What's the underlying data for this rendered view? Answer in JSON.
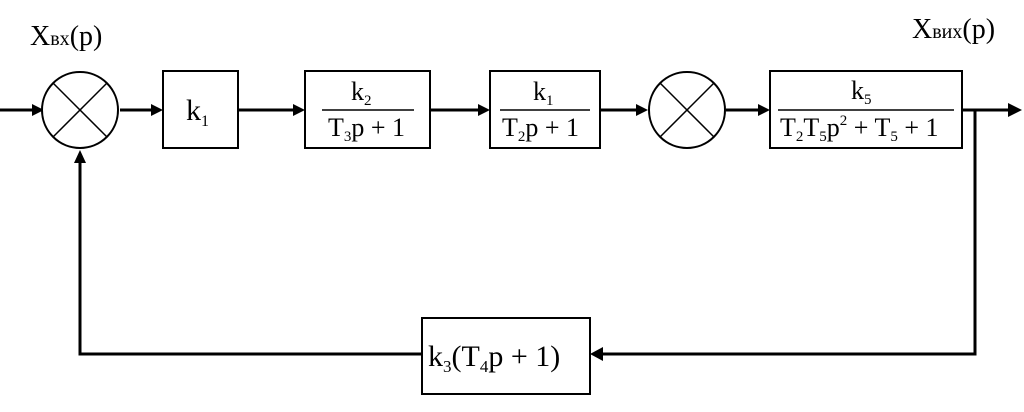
{
  "signals": {
    "input_main": "X",
    "input_sub": "вх",
    "input_arg": "(p)",
    "output_main": "X",
    "output_sub": "вих",
    "output_arg": "(p)"
  },
  "blocks": {
    "b1": {
      "k": "k",
      "k_sub": "1"
    },
    "b2": {
      "num_k": "k",
      "num_sub": "2",
      "den_T": "T",
      "den_sub": "3",
      "den_rest": "p + 1"
    },
    "b3": {
      "num_k": "k",
      "num_sub": "1",
      "den_T": "T",
      "den_sub": "2",
      "den_rest": "p + 1"
    },
    "b4": {
      "num_k": "k",
      "num_sub": "5",
      "den_T1": "T",
      "den_sub1": "2",
      "den_T2": "T",
      "den_sub2": "5",
      "den_p": "p",
      "den_exp": "2",
      "den_plus": " + ",
      "den_T3": "T",
      "den_sub3": "5",
      "den_rest": " + 1"
    },
    "feedback": {
      "k": "k",
      "k_sub": "3",
      "open": "(T",
      "T_sub": "4",
      "rest": "p + 1)"
    }
  }
}
